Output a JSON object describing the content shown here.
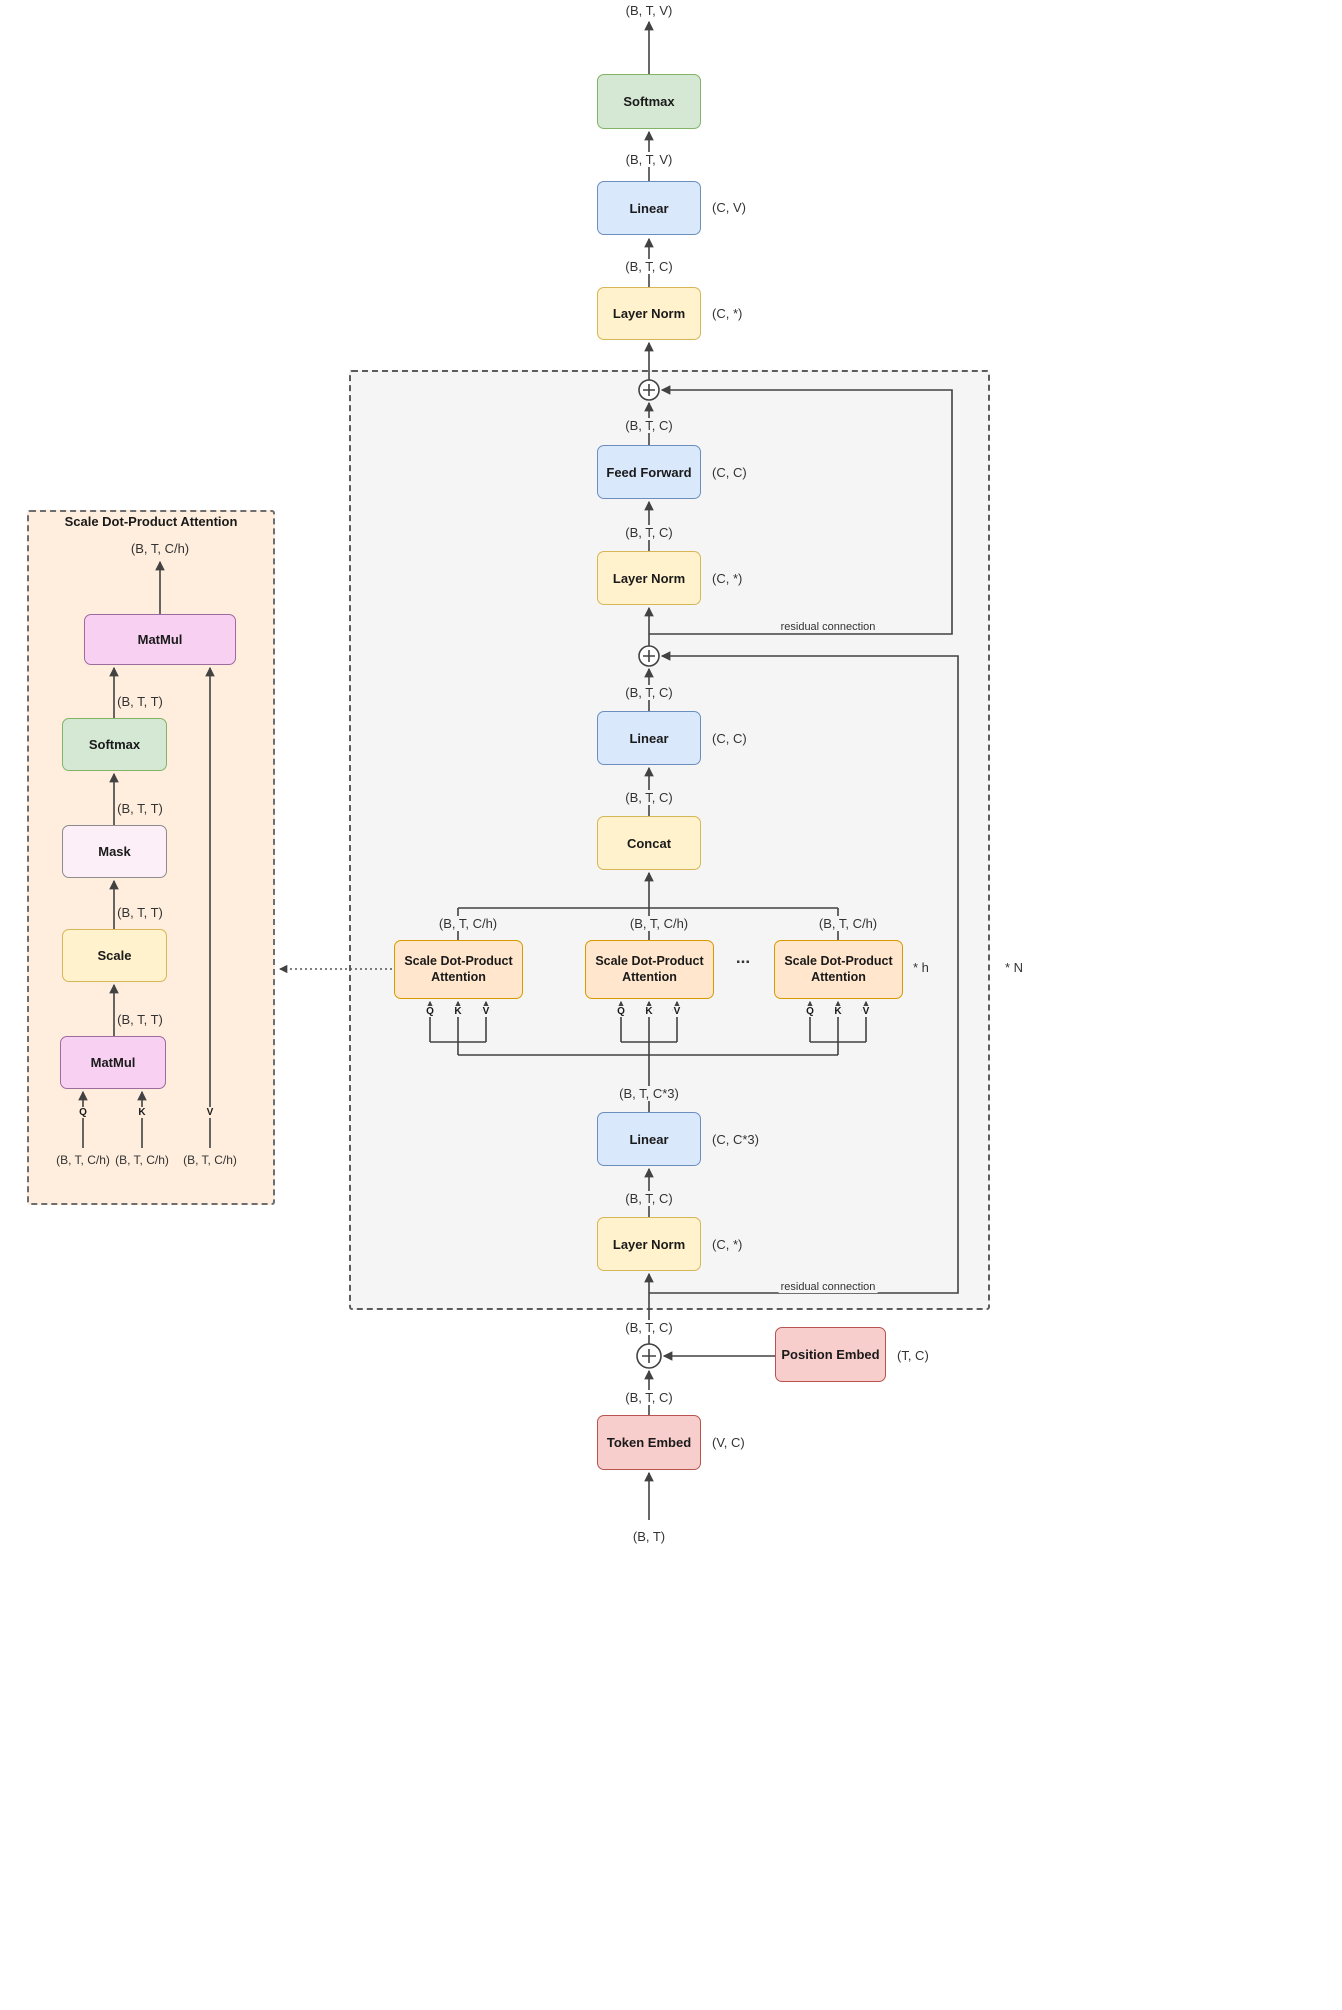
{
  "colors": {
    "green_fill": "#d5e8d4",
    "green_stroke": "#82b366",
    "blue_fill": "#dae8fc",
    "blue_stroke": "#6c8ebf",
    "yellow_fill": "#fff2cc",
    "yellow_stroke": "#d6b656",
    "red_fill": "#f8cecc",
    "red_stroke": "#b85450",
    "tan_fill": "#ffe6cc",
    "tan_stroke": "#d79b00",
    "pink_fill": "#f8d0f2",
    "pink_stroke": "#9e6b9e",
    "maskpink_fill": "#fdeff8",
    "mask_stroke": "#8c8c8c",
    "container_fill": "#f5f5f5",
    "panel_fill": "#ffeedd",
    "line": "#424242"
  },
  "nodes": {
    "softmax": "Softmax",
    "linear": "Linear",
    "layer_norm": "Layer Norm",
    "feed_forward": "Feed Forward",
    "concat": "Concat",
    "attention": "Scale Dot-Product Attention",
    "token_embed": "Token Embed",
    "position_embed": "Position Embed",
    "matmul": "MatMul",
    "mask": "Mask",
    "scale": "Scale"
  },
  "labels": {
    "btv": "(B, T, V)",
    "btc": "(B, T, C)",
    "btt": "(B, T, T)",
    "btch": "(B, T, C/h)",
    "btc3": "(B, T, C*3)",
    "bt": "(B, T)",
    "cv": "(C, V)",
    "cstar": "(C, *)",
    "cc": "(C, C)",
    "cc3": "(C, C*3)",
    "tc": "(T, C)",
    "vc": "(V, C)",
    "h_times": "* h",
    "n_times": "* N",
    "dots": "...",
    "residual": "residual connection",
    "q": "Q",
    "k": "K",
    "v": "V"
  },
  "panel": {
    "title": "Scale Dot-Product Attention"
  }
}
